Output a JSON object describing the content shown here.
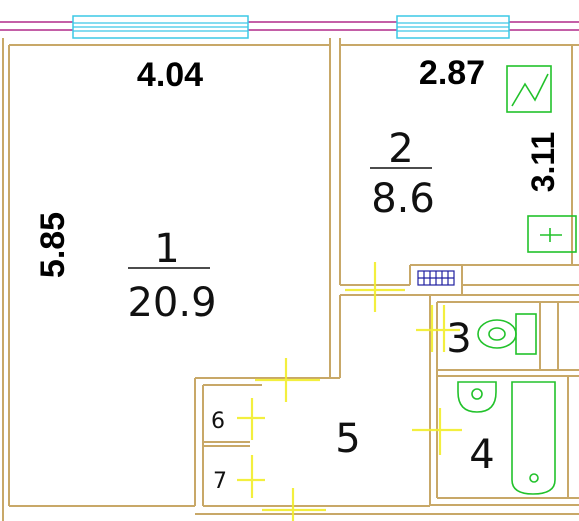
{
  "plan": {
    "dimensions": {
      "room1_width": "4.04",
      "room1_length": "5.85",
      "room2_width": "2.87",
      "room2_length": "3.11"
    },
    "rooms": [
      {
        "number": "1",
        "area": "20.9"
      },
      {
        "number": "2",
        "area": "8.6"
      },
      {
        "number": "3"
      },
      {
        "number": "4"
      },
      {
        "number": "5"
      },
      {
        "number": "6"
      },
      {
        "number": "7"
      }
    ],
    "colors": {
      "wall": "#c8a868",
      "window": "#3cc8e6",
      "fixture": "#22c22b",
      "door_marker": "#f2ee2a",
      "top_band": "#b12a8a",
      "radiator": "#2020a0"
    }
  }
}
